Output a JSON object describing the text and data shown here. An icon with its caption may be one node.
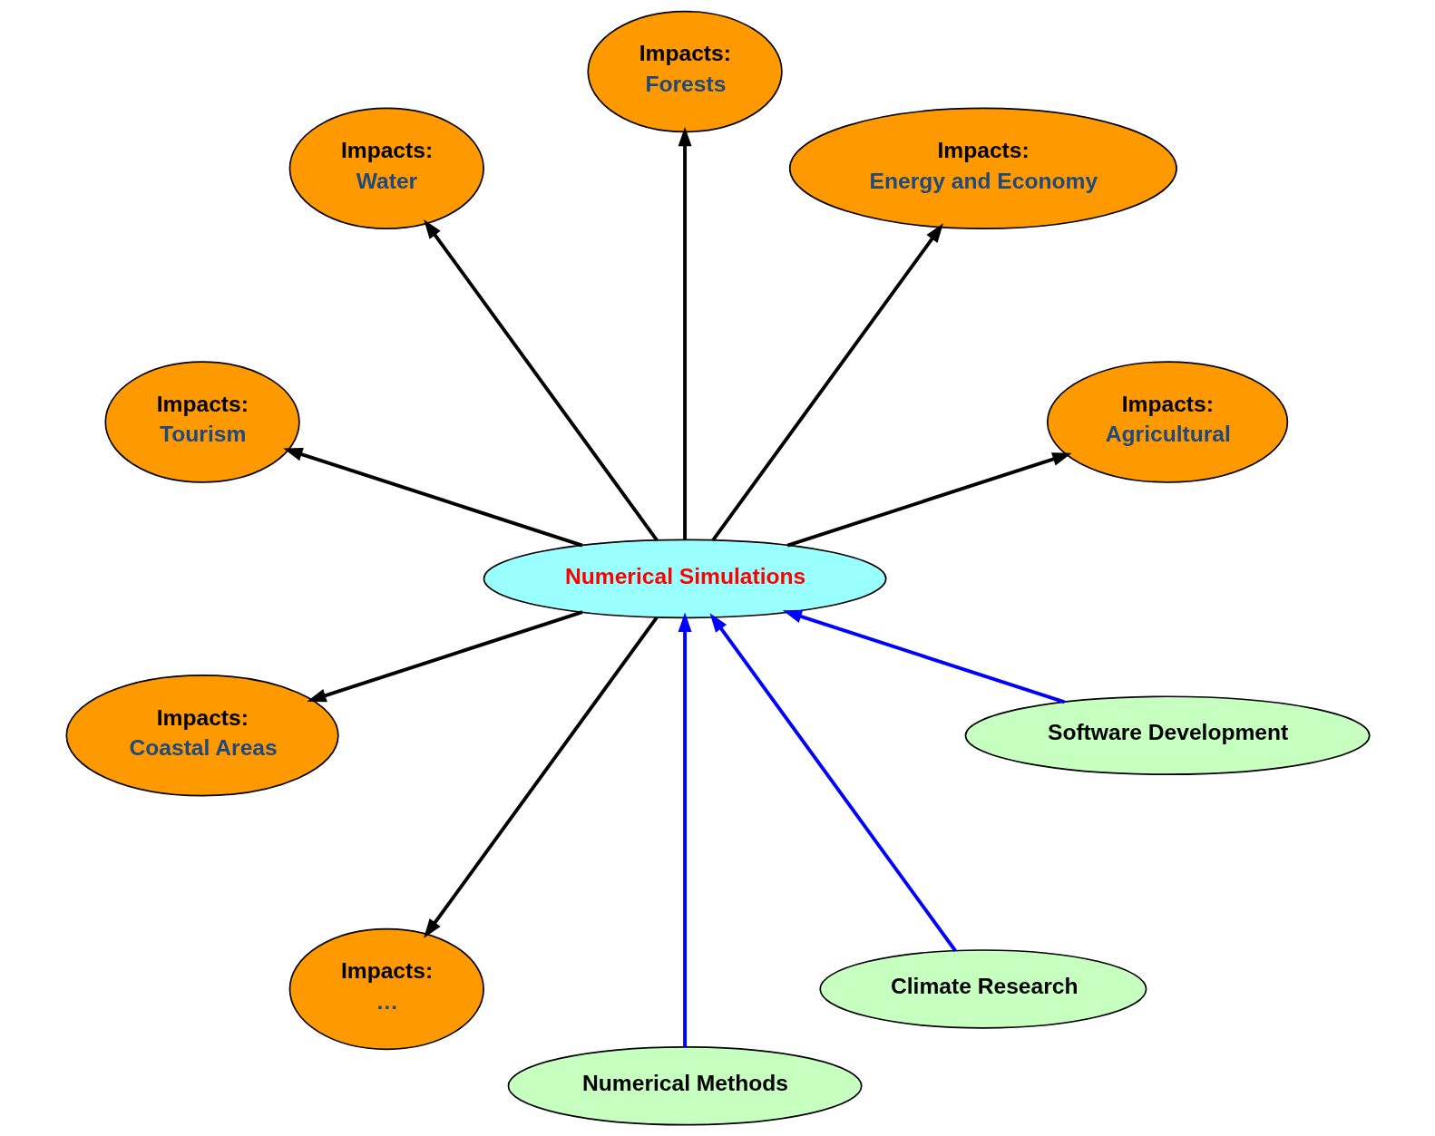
{
  "diagram": {
    "nodes": [
      {
        "text": [
          "Numerical Methods"
        ]
      },
      {
        "text": [
          "Climate Research"
        ]
      },
      {
        "text": [
          "Software Development"
        ]
      },
      {
        "text": [
          "Numerical Simulations"
        ]
      },
      {
        "text": [
          "Impacts:",
          "Agricultural"
        ]
      },
      {
        "text": [
          "Impacts:",
          "Energy and Economy"
        ]
      },
      {
        "text": [
          "Impacts:",
          "Forests"
        ]
      },
      {
        "text": [
          "Impacts:",
          "Water"
        ]
      },
      {
        "text": [
          "Impacts:",
          "Tourism"
        ]
      },
      {
        "text": [
          "Impacts:",
          "Coastal Areas"
        ]
      },
      {
        "text": [
          "Impacts:",
          "…"
        ]
      }
    ],
    "edges": [
      {
        "from": 0,
        "to": 3,
        "arrow": "to",
        "color": "#0000ff"
      },
      {
        "from": 1,
        "to": 3,
        "arrow": "to",
        "color": "#0000ff"
      },
      {
        "from": 2,
        "to": 3,
        "arrow": "to",
        "color": "#0000ff"
      },
      {
        "from": 3,
        "to": 4,
        "arrow": "to"
      },
      {
        "from": 3,
        "to": 5,
        "arrow": "to"
      },
      {
        "from": 3,
        "to": 6,
        "arrow": "to"
      },
      {
        "from": 3,
        "to": 7,
        "arrow": "to"
      },
      {
        "from": 3,
        "to": 8,
        "arrow": "to"
      },
      {
        "from": 3,
        "to": 9,
        "arrow": "to"
      },
      {
        "from": 3,
        "to": 10,
        "arrow": "to"
      }
    ]
  }
}
